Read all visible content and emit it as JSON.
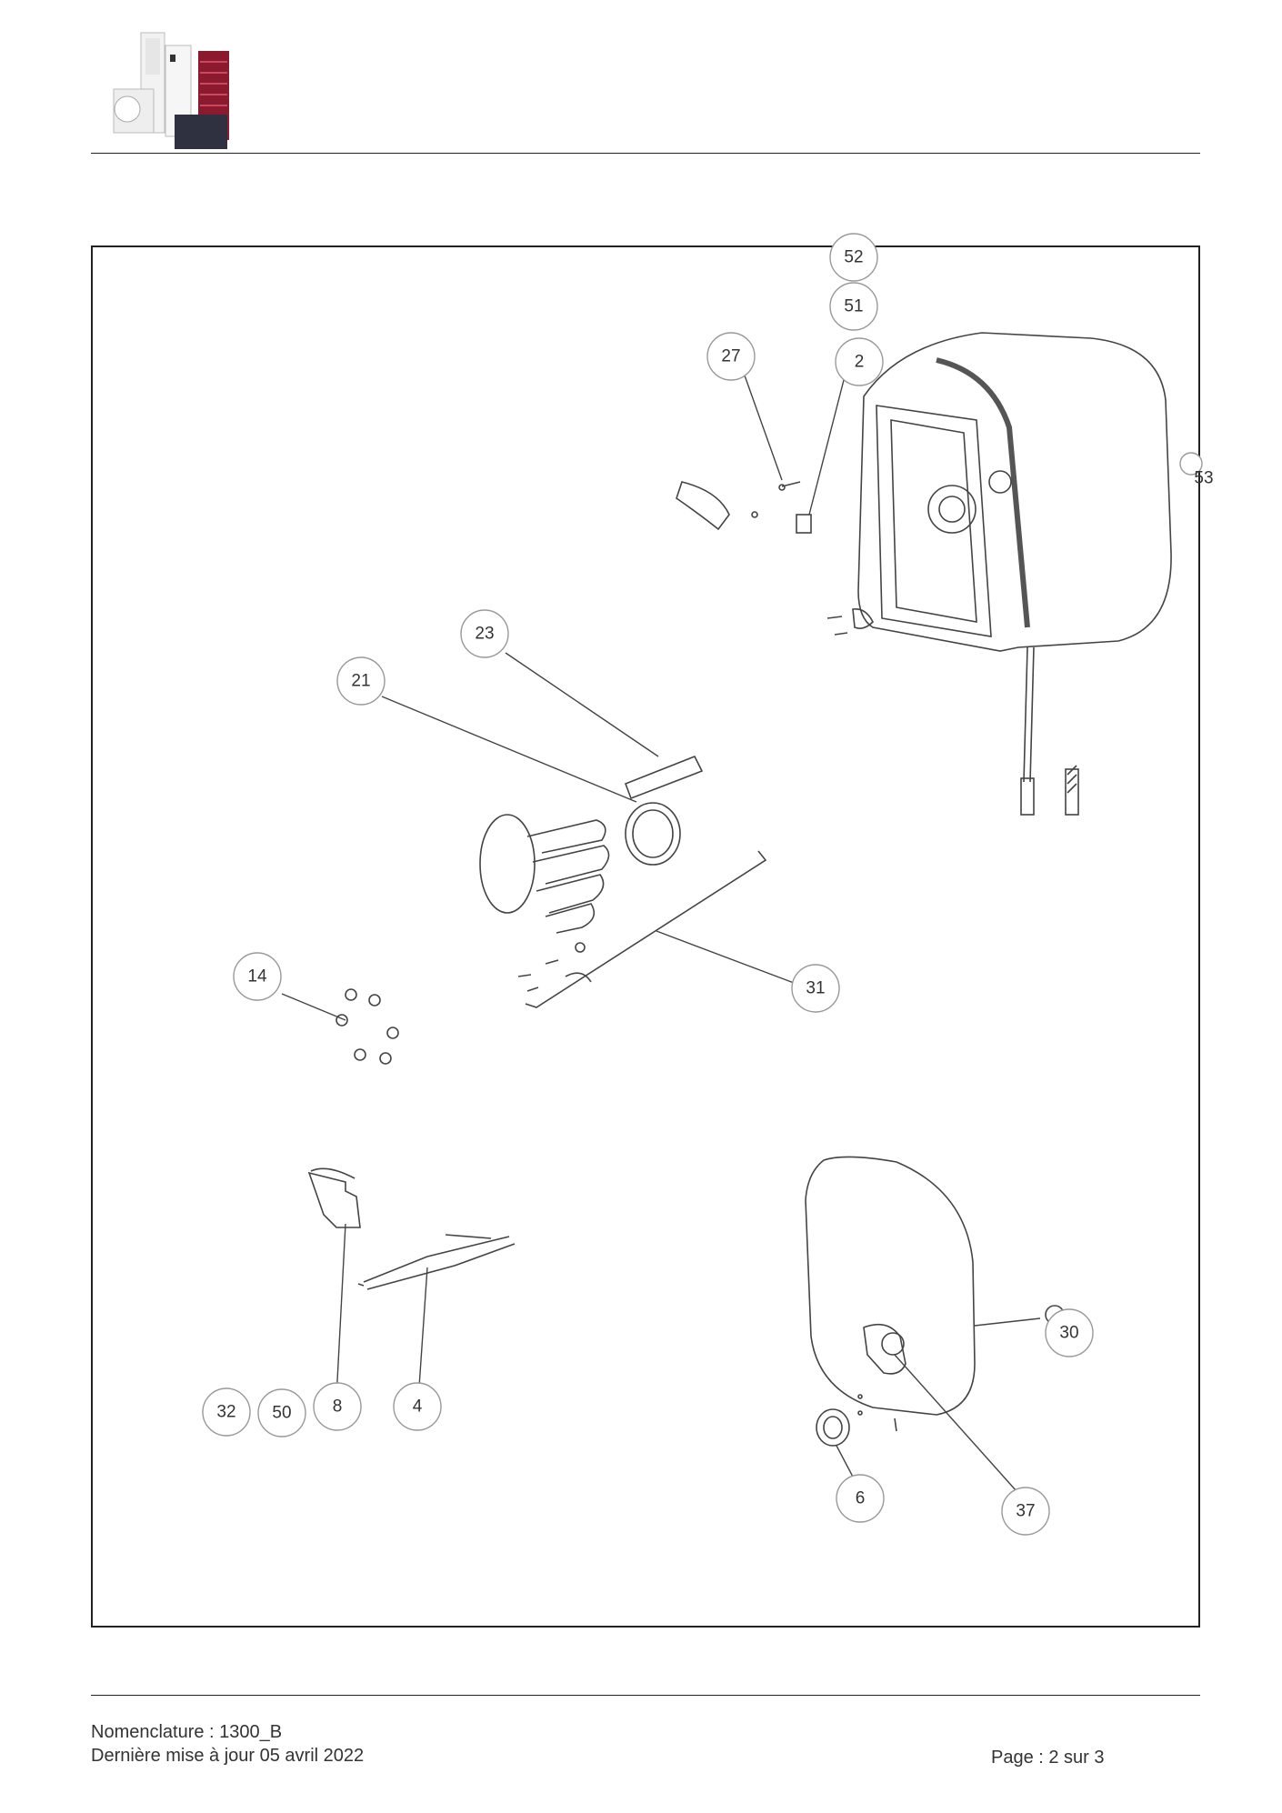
{
  "diagram": {
    "callouts": [
      "52",
      "51",
      "27",
      "2",
      "53",
      "23",
      "21",
      "14",
      "31",
      "30",
      "32",
      "50",
      "8",
      "4",
      "6",
      "37"
    ]
  },
  "footer": {
    "nomenclature": "Nomenclature : 1300_B",
    "last_update": "Dernière mise à jour 05 avril 2022",
    "page": "Page : 2 sur 3"
  }
}
